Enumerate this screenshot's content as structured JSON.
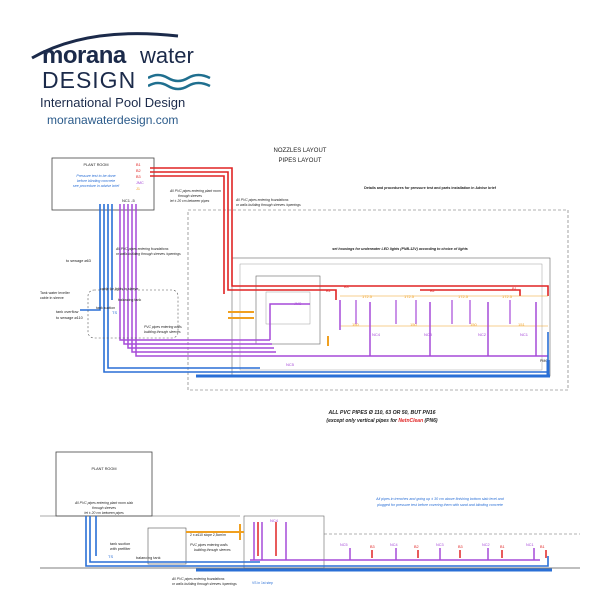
{
  "brand": {
    "name_bold": "morana",
    "name_light": "water",
    "design": "DESIGN",
    "tagline": "International Pool Design",
    "url": "moranawaterdesign.com"
  },
  "colors": {
    "blue": "#2a6fd6",
    "purple": "#a64ad8",
    "red": "#e02424",
    "orange": "#f0a020",
    "dark": "#222222",
    "logo_navy": "#1b2a4a",
    "logo_teal": "#1f6f8f"
  },
  "plan": {
    "nozzles_title": "NOZZLES LAYOUT",
    "pipes_title": "PIPES LAYOUT",
    "details_note": "Details and procedures for pressure test and parts installation in Advise brief",
    "plant_room": "PLANT ROOM",
    "pressure_note_1": "Pressure test to be done",
    "pressure_note_2": "before blinding concrete",
    "pressure_note_3": "see procedure in advise brief",
    "pipe_tags": [
      "B1",
      "B2",
      "B3",
      "JMC",
      "J1"
    ],
    "nc_tag": "NC1 -5",
    "sleeve_note_1": "All PVC pipes entering plant room",
    "sleeve_note_2": "through sleeves",
    "sleeve_note_3": "let ± 20 cm between pipes",
    "foundation_note_1": "All PVC pipes entering foundations",
    "foundation_note_2": "or walls building through sleeves /openings",
    "foundation_note_top_1": "All PVC pipes entering foundations",
    "foundation_note_top_2": "or walls building through sleeves /openings",
    "led_note": "set housings for underwater LED lights (PNB-12V) according to choice of lights",
    "sewage": "to sewage ø63",
    "leveller_1": "Tank water leveller",
    "leveller_2": "cable in sleeve",
    "cable_sleeve": "cable for lights in sleeve",
    "balancing_tank": "balancing tank",
    "tank_suction": "tank suction",
    "ts": "TS",
    "overflow_1": "tank overflow",
    "overflow_2": "to sewage ø110",
    "walls_note_1": "PVC pipes entering walls",
    "walls_note_2": "building through sleeves",
    "pipes_title_main": "ALL PVC PIPES Ø 110, 63 OR 50, BUT PN16",
    "pipes_subtitle_prefix": "(except only vertical pipes for ",
    "pipes_subtitle_brand": "NetnClean",
    "pipes_subtitle_suffix": " (PN6)",
    "nc_labels": [
      "NC4",
      "NC3",
      "NC2",
      "NC1",
      "NC5"
    ],
    "b_labels": [
      "B1",
      "B2",
      "B3",
      "B1",
      "B3"
    ],
    "dims": [
      "172.5",
      "172.5",
      "172.5",
      "172.5",
      "150",
      "150",
      "150",
      "151"
    ],
    "jmc": "JMC",
    "pmo": "PMO",
    "j1": "J1"
  },
  "section": {
    "plant_room": "PLANT ROOM",
    "entering_note_1": "All PVC pipes entering plant room slab",
    "entering_note_2": "through sleeves",
    "entering_note_3": "let ± 20 cm between pipes",
    "tank_suction_1": "tank suction",
    "tank_suction_2": "with prefilter",
    "ts": "TS",
    "balancing_tank": "balancing tank",
    "walls_note_1": "PVC pipes entering walls",
    "walls_note_2": "building through sleeves",
    "foundation_note_1": "All PVC pipes entering foundations",
    "foundation_note_2": "or walls building through sleeves /openings",
    "pipe_callout": "2 x ø110 slope 2,5cm/m",
    "trench_note_1": "All pipes in trenches and going up ± 30 cm above finishing bottom slab level and",
    "trench_note_2": "plugged for pressure test before covering them with sand and blinding concrete",
    "slope_note": "VS in 1st step",
    "nc_labels": [
      "NC5",
      "B3",
      "NC4",
      "B2",
      "NC3",
      "B3",
      "NC2",
      "B1",
      "NC1",
      "B1"
    ],
    "nc_top": "NC4"
  }
}
